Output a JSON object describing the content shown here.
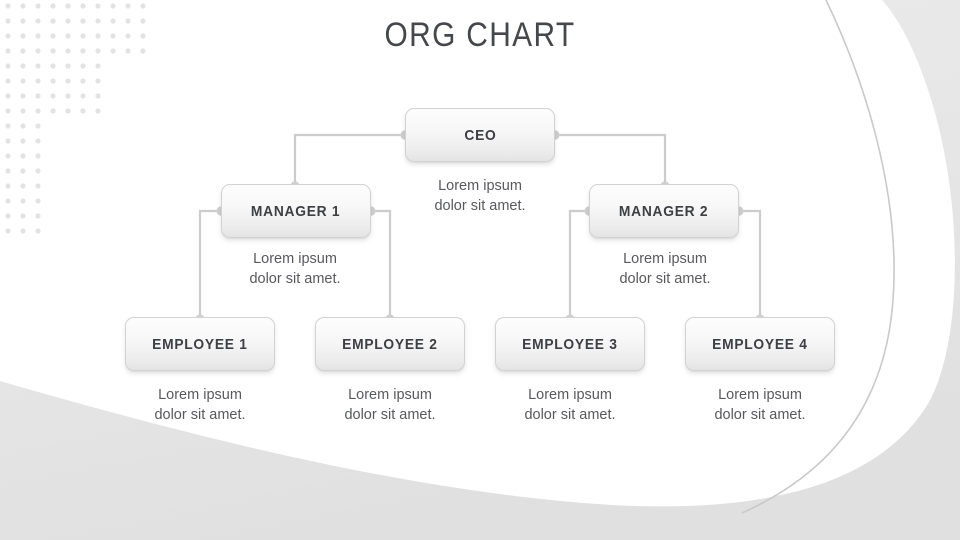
{
  "slide": {
    "title": "ORG CHART",
    "background_color": "#ffffff",
    "accent_shape_color": "#e4e4e4",
    "dot_color": "#e3e3e3",
    "line_color": "#cccccc",
    "node_text_color": "#3d3f42",
    "caption_text_color": "#58595c"
  },
  "chart_data": {
    "type": "diagram",
    "diagram_kind": "org-chart",
    "title": "ORG CHART",
    "levels": 3,
    "nodes": [
      {
        "id": "ceo",
        "label": "CEO",
        "level": 0,
        "parent": null,
        "caption_line1": "Lorem ipsum",
        "caption_line2": "dolor sit amet."
      },
      {
        "id": "mgr1",
        "label": "MANAGER 1",
        "level": 1,
        "parent": "ceo",
        "caption_line1": "Lorem ipsum",
        "caption_line2": "dolor sit amet."
      },
      {
        "id": "mgr2",
        "label": "MANAGER 2",
        "level": 1,
        "parent": "ceo",
        "caption_line1": "Lorem ipsum",
        "caption_line2": "dolor sit amet."
      },
      {
        "id": "emp1",
        "label": "EMPLOYEE 1",
        "level": 2,
        "parent": "mgr1",
        "caption_line1": "Lorem ipsum",
        "caption_line2": "dolor sit amet."
      },
      {
        "id": "emp2",
        "label": "EMPLOYEE 2",
        "level": 2,
        "parent": "mgr1",
        "caption_line1": "Lorem ipsum",
        "caption_line2": "dolor sit amet."
      },
      {
        "id": "emp3",
        "label": "EMPLOYEE 3",
        "level": 2,
        "parent": "mgr2",
        "caption_line1": "Lorem ipsum",
        "caption_line2": "dolor sit amet."
      },
      {
        "id": "emp4",
        "label": "EMPLOYEE 4",
        "level": 2,
        "parent": "mgr2",
        "caption_line1": "Lorem ipsum",
        "caption_line2": "dolor sit amet."
      }
    ],
    "edges": [
      {
        "from": "ceo",
        "to": "mgr1"
      },
      {
        "from": "ceo",
        "to": "mgr2"
      },
      {
        "from": "mgr1",
        "to": "emp1"
      },
      {
        "from": "mgr1",
        "to": "emp2"
      },
      {
        "from": "mgr2",
        "to": "emp3"
      },
      {
        "from": "mgr2",
        "to": "emp4"
      }
    ]
  }
}
